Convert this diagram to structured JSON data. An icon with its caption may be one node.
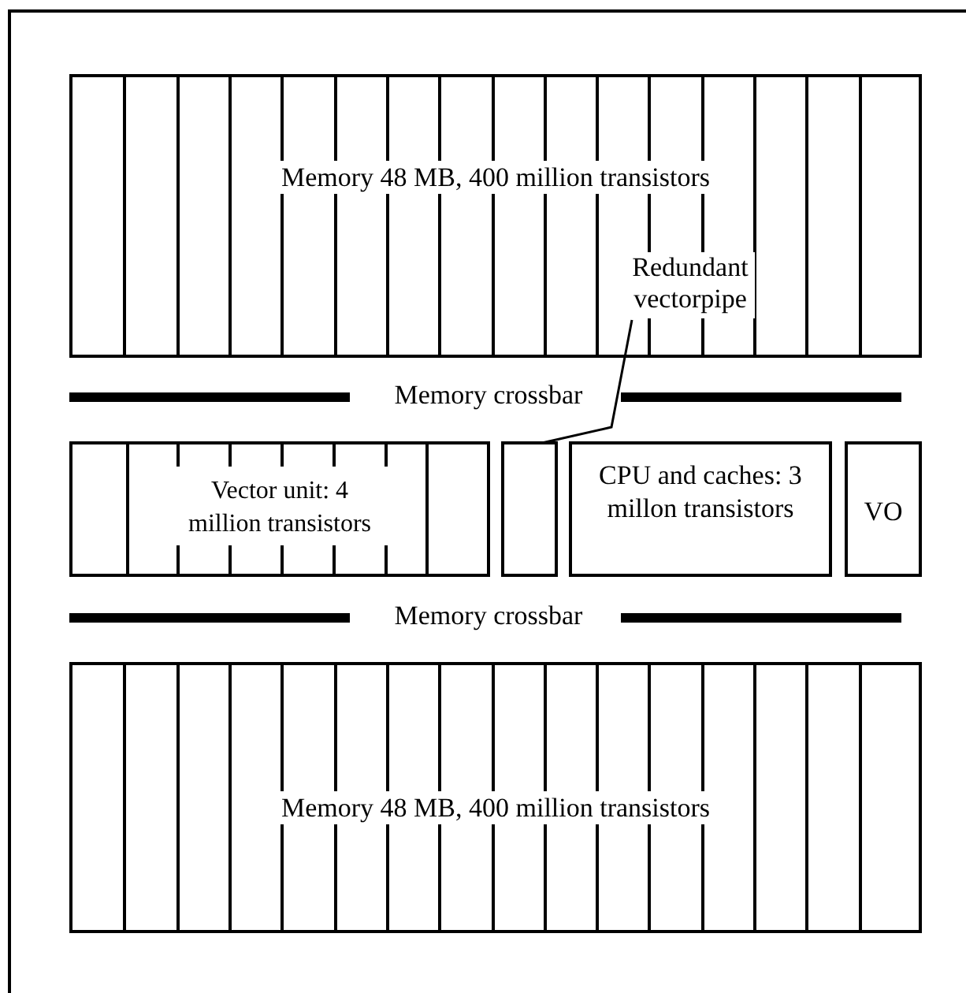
{
  "diagram": {
    "nodes": [
      {
        "text": [
          "Memory 48 MB, 400 million transistors"
        ]
      },
      {
        "text": [
          "Redundant vectorpipe"
        ],
        "in": 0
      },
      {
        "text": [
          "Vector unit: 4 million transistors"
        ]
      },
      {
        "text": [],
        "shape": "box"
      },
      {
        "text": [
          "CPU and caches: 3 millon transistors"
        ]
      },
      {
        "text": [
          "VO"
        ]
      },
      {
        "text": [
          "Memory 48 MB, 400 million transistors"
        ]
      }
    ],
    "edges": [
      {
        "from": 1,
        "to": 3,
        "arrow": "none"
      }
    ],
    "labels": [
      "Memory crossbar",
      "Memory crossbar"
    ]
  }
}
